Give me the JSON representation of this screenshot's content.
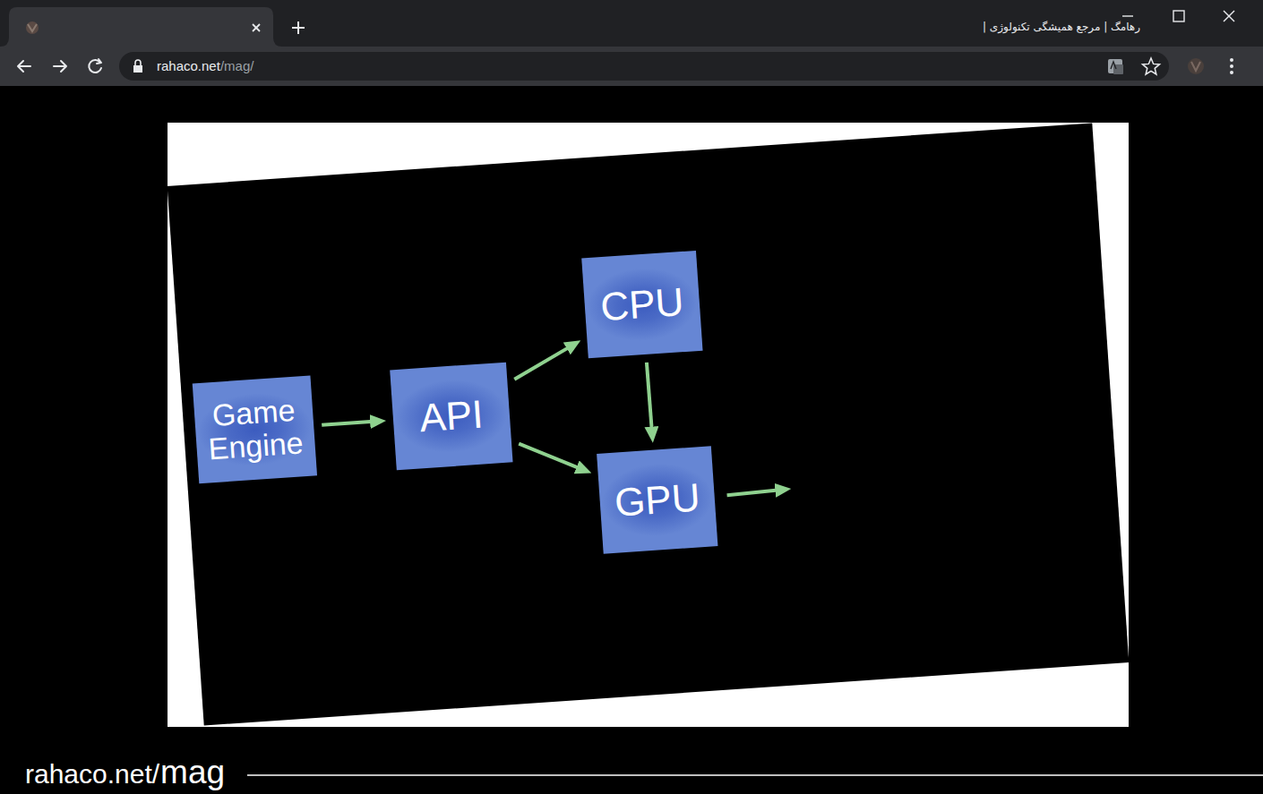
{
  "diagram": {
    "nodes": [
      {
        "text": [
          "Game Engine"
        ]
      },
      {
        "text": [
          "API"
        ]
      },
      {
        "text": [
          "CPU"
        ]
      },
      {
        "text": [
          "GPU"
        ]
      }
    ],
    "edges": [
      {
        "from": 0,
        "to": 1,
        "arrow": "to"
      },
      {
        "from": 1,
        "to": 2,
        "arrow": "to"
      },
      {
        "from": 1,
        "to": 3,
        "arrow": "to"
      },
      {
        "from": 2,
        "to": 3,
        "arrow": "to"
      }
    ],
    "labels": [
      "رهامگ | مرجع همیشگی تکنولوژی |",
      "rahaco.net",
      "/mag/",
      "rahaco.net/",
      "mag"
    ]
  }
}
